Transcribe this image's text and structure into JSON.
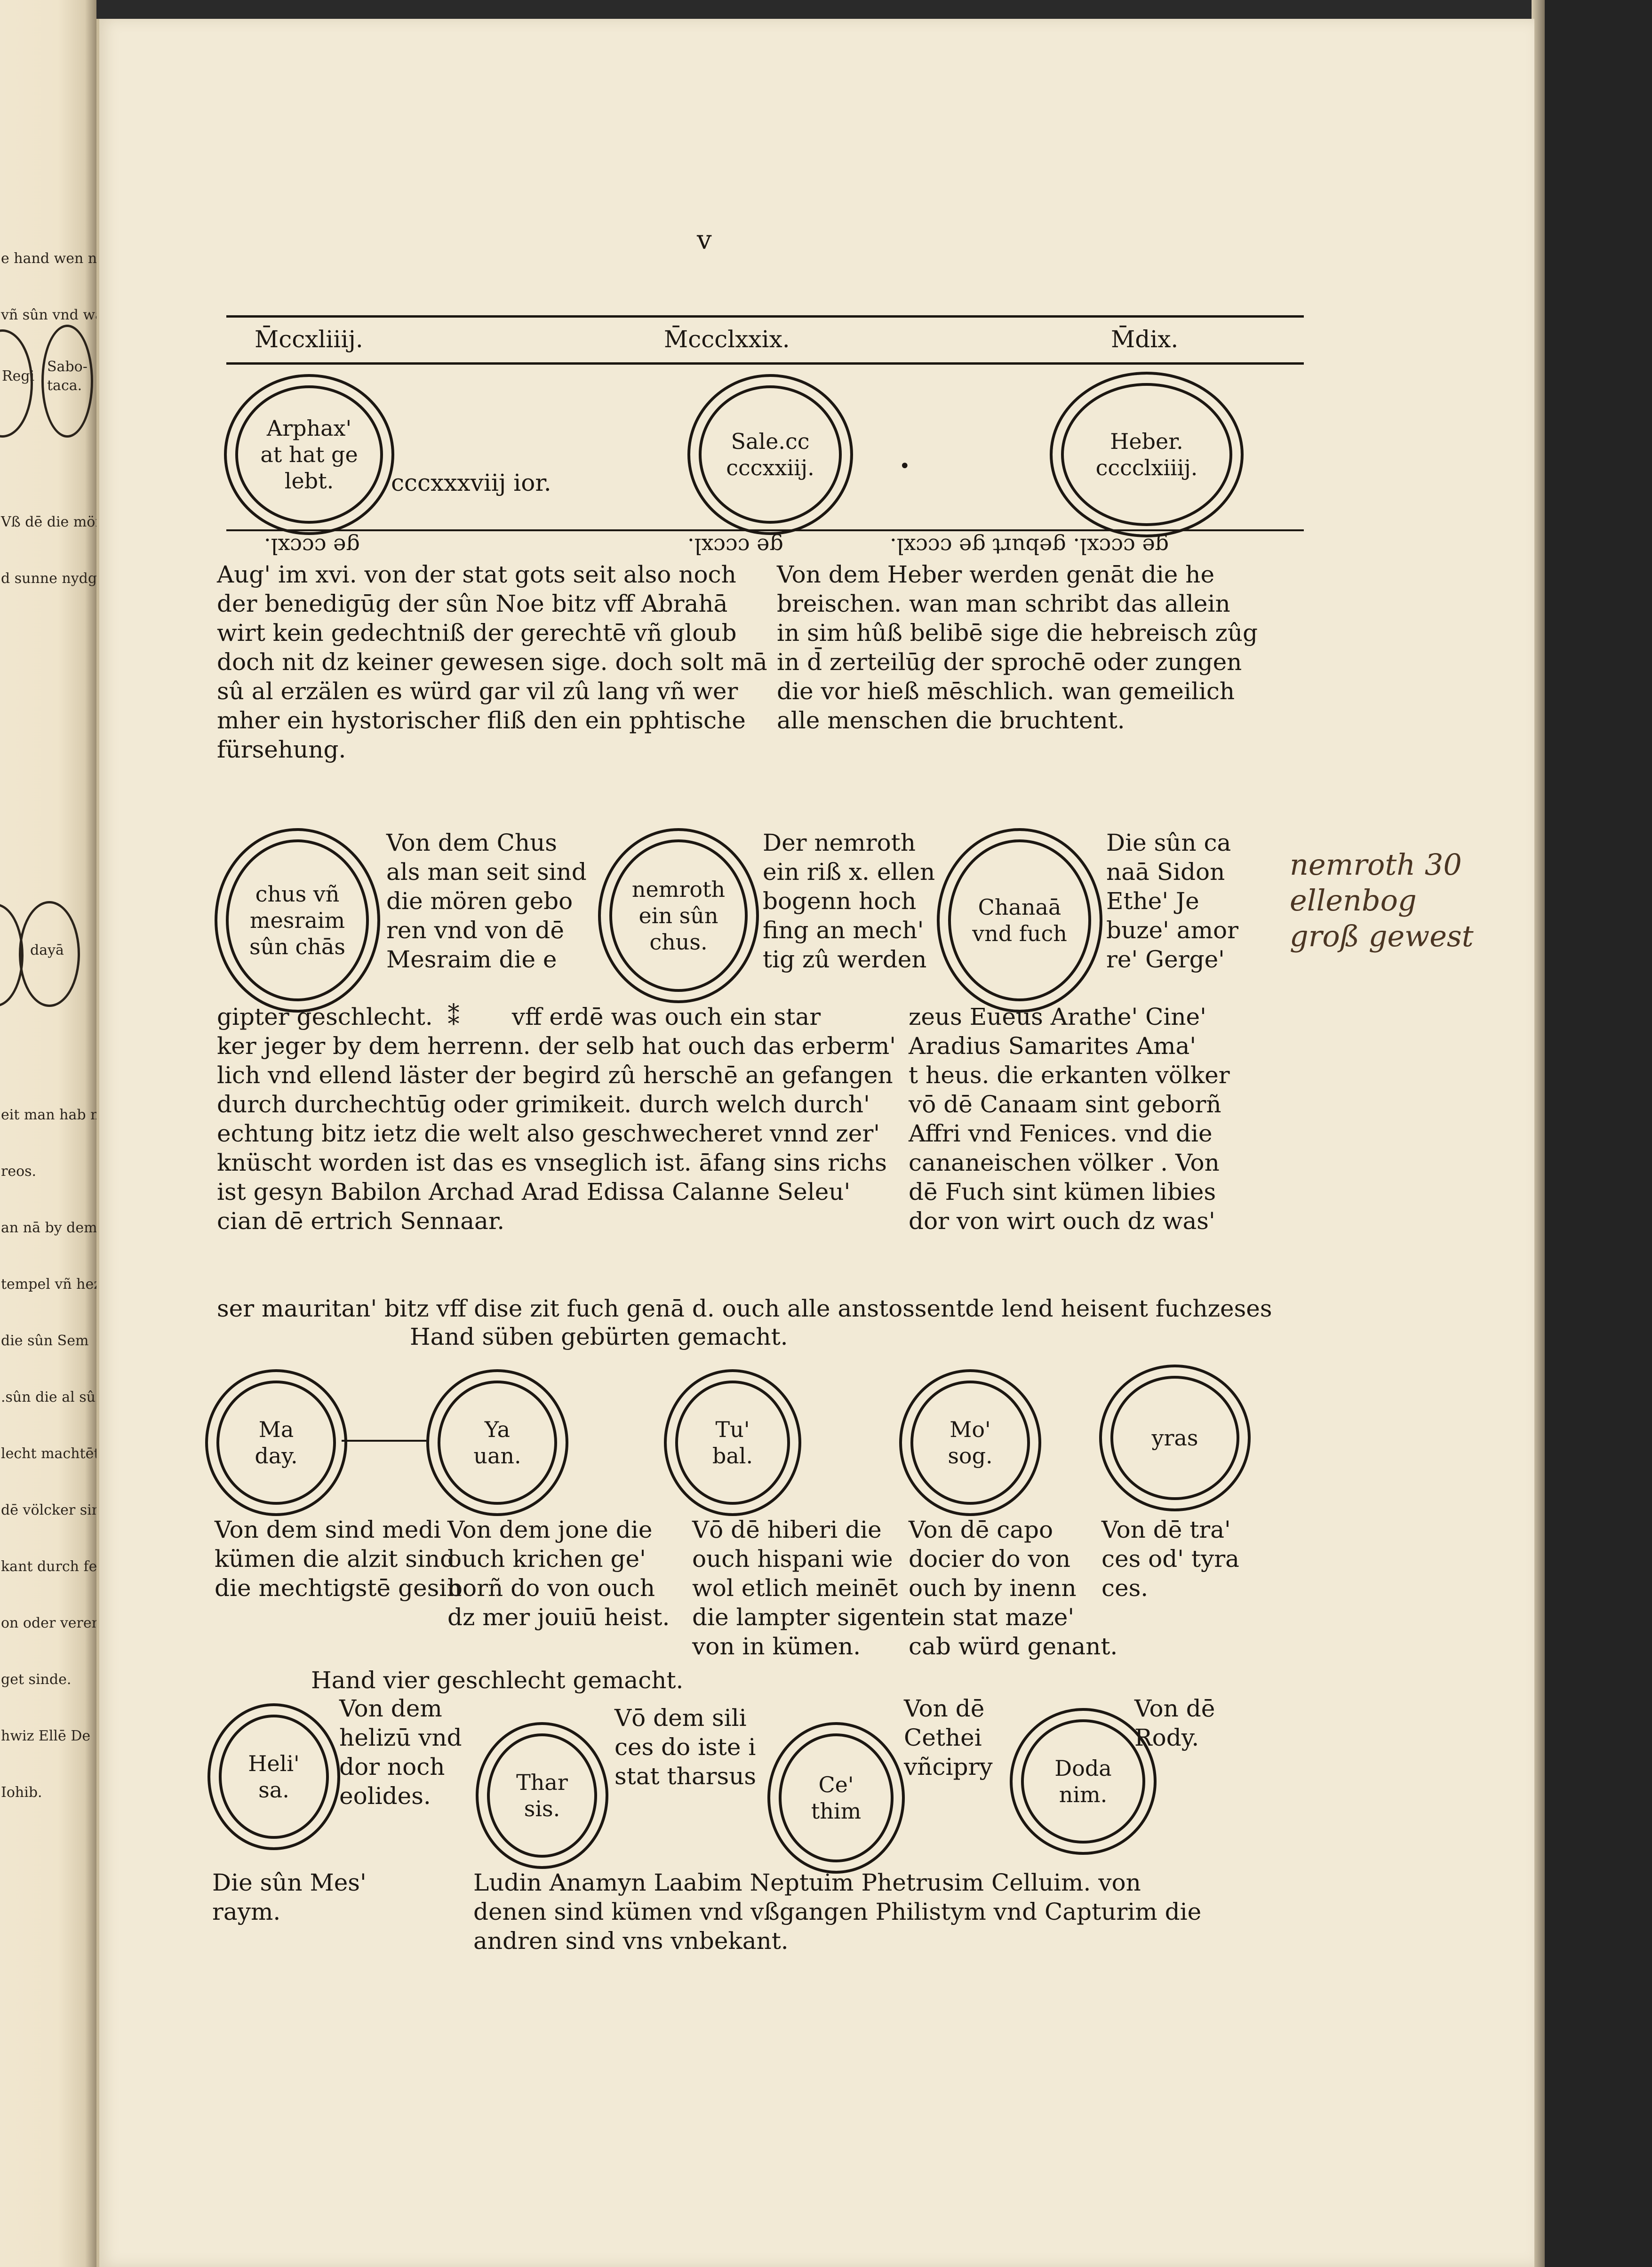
{
  "previous_page": {
    "lines_top": [
      "e hand wen name ger",
      "vñ sûn vnd wardèkàt"
    ],
    "circle_labels": [
      "Regi",
      "Sabo-\ntaca."
    ],
    "lines_mid": [
      "Vß dē die mören",
      "d sunne nydgāg"
    ],
    "circle_label_lower": "dayā",
    "lines_bottom": [
      "eit man hab mā",
      "reos.",
      "an nā by dem",
      "tempel vñ hez",
      "die sûn Sem",
      ".sûn die al sû",
      "lecht machtēt",
      "dē völcker sint",
      "kant durch fer",
      "on oder verenc",
      "get sinde.",
      "hwiz Ellē De",
      "Iohib."
    ]
  },
  "folio": "v",
  "year_row": {
    "left": "M̄ccxliiij.",
    "center": "M̄ccclxxix.",
    "right": "M̄dix."
  },
  "patriarchs": {
    "arphaxat": "Arphax'\nat hat ge\nlebt.",
    "arphaxat_years": "cccxxxviij ior.",
    "sale": "Sale.cc\ncccxxiij.",
    "heber": "Heber.\ncccclxiiij."
  },
  "inverted_row": {
    "left": "ge cccxl.",
    "center": "ge cccxl.",
    "right": "ge cccxl. geburt ge cccxl."
  },
  "para_1_left": "Aug' im xvi. von der stat gots seit also noch\nder benedigūg der sûn Noe bitz vff Abrahā\nwirt kein gedechtniß der gerechtē vñ gloub\ndoch nit dz keiner gewesen sige. doch solt mā\nsû al erzälen es würd gar vil zû lang vñ wer\nmher ein hystorischer fliß den ein pphtische\nfürsehung.",
  "para_1_right": "Von dem Heber werden genāt die he\nbreischen. wan man schribt das allein\nin sim hûß belibē sige die hebreisch zûg\nin d̄ zerteilūg der sprochē oder zungen\ndie vor hieß mēschlich. wan gemeilich\nalle menschen die bruchtent.",
  "row_2": {
    "chus": "chus vñ\nmesraim\nsûn chās",
    "chus_text": "Von dem Chus\nals man seit sind\ndie mören gebo\nren vnd von dē\nMesraim die e",
    "nemroth": "nemroth\nein sûn\nchus.",
    "nemroth_text": "Der nemroth\nein riß x. ellen\nbogenn hoch\nfing an mech'\ntig zû werden",
    "chanaan": "Chanaā\nvnd fuch",
    "chanaan_text": "Die sûn ca\nnaā Sidon\nEthe' Je\nbuze' amor\nre' Gerge'"
  },
  "para_2_left": "gipter geschlecht.  ⁑       vff erdē was ouch ein star\nker jeger by dem herrenn. der selb hat ouch das erberm'\nlich vnd ellend läster der begird zû herschē an gefangen\ndurch durchechtūg oder grimikeit. durch welch durch'\nechtung bitz ietz die welt also geschwecheret vnnd zer'\nknüscht worden ist das es vnseglich ist. āfang sins richs\nist gesyn Babilon Archad Arad Edissa Calanne Seleu'\ncian dē ertrich Sennaar.",
  "para_2_right": "zeus Eueus Arathe' Cine'\nAradius Samarites Ama'\nt heus. die erkanten völker\nvō dē Canaam sint geborñ\nAffri vnd Fenices. vnd die\ncananeischen völker . Von\ndē Fuch sint kümen libies\ndor von wirt ouch dz was'",
  "para_2_tail": "ser mauritan' bitz vff dise zit fuch genā d. ouch alle anstossentde lend heisent fuchzeses",
  "heading_1": "Hand süben gebürten gemacht.",
  "row_3": {
    "maday": "Ma\nday.",
    "yauan": "Ya\nuan.",
    "tubal": "Tu'\nbal.",
    "mosog": "Mo'\nsog.",
    "yras": "yras"
  },
  "row_3_texts": {
    "maday": "Von dem sind medi\nkümen die alzit sind\ndie mechtigstē gesin",
    "yauan": "Von dem jone die\nouch krichen ge'\nborñ do von ouch\ndz mer jouiū heist.",
    "tubal": "Vō dē hiberi die\nouch hispani wie\nwol etlich meinēt\ndie lampter sigent\nvon in kümen.",
    "mosog": "Von dē capo\ndocier do von\nouch by inenn\nein stat maze'\ncab würd genant.",
    "yras": "Von dē tra'\nces od' tyra\nces."
  },
  "heading_2": "Hand vier geschlecht gemacht.",
  "row_4": {
    "helisa": "Heli'\nsa.",
    "helisa_text": "Von dem\nhelizū vnd\ndor noch\neolides.",
    "tharsis": "Thar\nsis.",
    "tharsis_text": "Vō dem sili\nces do iste i\nstat tharsus",
    "cethim": "Ce'\nthim",
    "cethim_text": "Von dē\nCethei\nvñcipry",
    "dodanim": "Doda\nnim.",
    "dodanim_text": "Von dē\nRody."
  },
  "footer_left": "Die sûn Mes'\nraym.",
  "footer_right": "Ludin Anamyn Laabim Neptuim Phetrusim Celluim. von\ndenen sind kümen vnd vßgangen Philistym vnd Capturim die\nandren sind vns vnbekant.",
  "margin_note": "nemroth 30\nellenbog\ngroß gewest",
  "colors": {
    "paper": "#f2ead6",
    "ink": "#1c1712",
    "manuscript_ink": "#4a3523",
    "background": "#2a2a2a"
  }
}
